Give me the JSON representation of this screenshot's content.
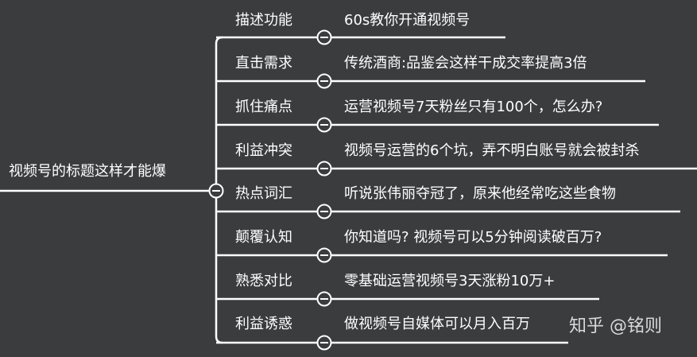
{
  "root": {
    "label": "视频号的标题这样才能爆"
  },
  "branches": [
    {
      "label": "描述功能",
      "value": "60s教你开通视频号"
    },
    {
      "label": "直击需求",
      "value": "传统酒商:品鉴会这样干成交率提高3倍"
    },
    {
      "label": "抓住痛点",
      "value": "运营视频号7天粉丝只有100个，怎么办?"
    },
    {
      "label": "利益冲突",
      "value": "视频号运营的6个坑，弄不明白账号就会被封杀"
    },
    {
      "label": "热点词汇",
      "value": "听说张伟丽夺冠了，原来他经常吃这些食物"
    },
    {
      "label": "颠覆认知",
      "value": "你知道吗? 视频号可以5分钟阅读破百万?"
    },
    {
      "label": "熟悉对比",
      "value": "零基础运营视频号3天涨粉10万+"
    },
    {
      "label": "利益诱惑",
      "value": "做视频号自媒体可以月入百万"
    }
  ],
  "watermark": "知乎 @铭则",
  "colors": {
    "background": "#3b3c3e",
    "line": "#ffffff",
    "text": "#ffffff"
  }
}
